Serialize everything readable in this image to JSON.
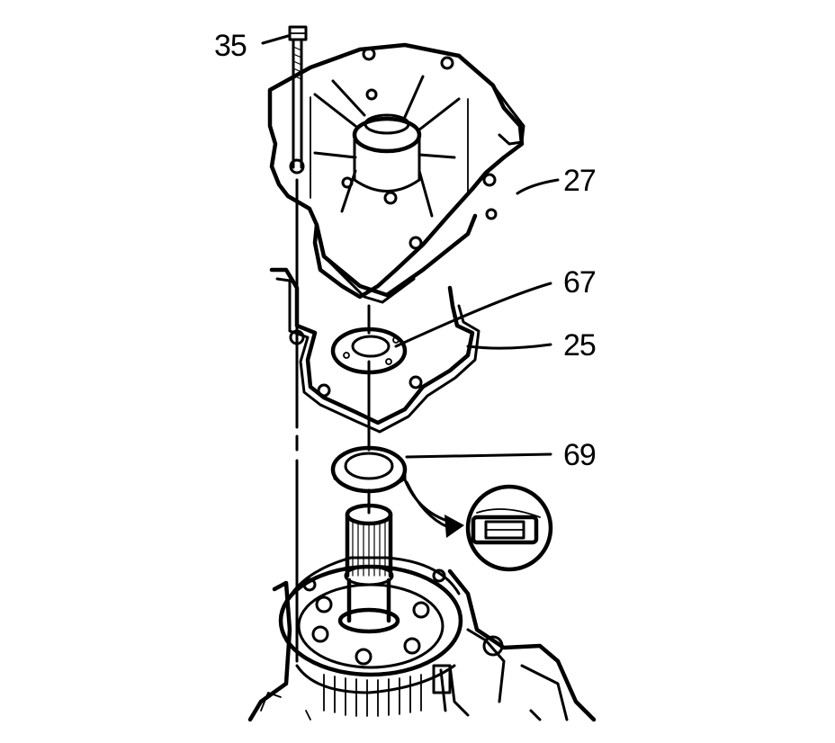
{
  "callouts": [
    {
      "id": "35",
      "label": "35"
    },
    {
      "id": "27",
      "label": "27"
    },
    {
      "id": "67",
      "label": "67"
    },
    {
      "id": "25",
      "label": "25"
    },
    {
      "id": "69",
      "label": "69"
    }
  ],
  "colors": {
    "ink": "#000000",
    "background": "#ffffff"
  }
}
